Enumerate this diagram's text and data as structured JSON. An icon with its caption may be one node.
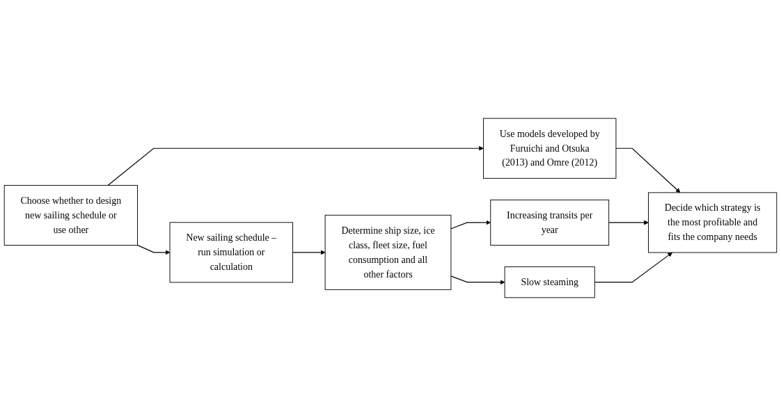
{
  "diagram": {
    "nodes": [
      {
        "text": [
          "Choose whether to design new sailing schedule or use other"
        ]
      },
      {
        "text": [
          "Use models developed by Furuichi and Otsuka (2013) and Omre (2012)"
        ]
      },
      {
        "text": [
          "New sailing schedule – run simulation or calculation"
        ]
      },
      {
        "text": [
          "Determine ship size, ice class, fleet size, fuel consumption and all other factors"
        ]
      },
      {
        "text": [
          "Increasing transits per year"
        ]
      },
      {
        "text": [
          "Slow steaming"
        ]
      },
      {
        "text": [
          "Decide which strategy is the most profitable and fits the company needs"
        ]
      }
    ],
    "edges": [
      {
        "from": 0,
        "to": 1,
        "arrow": "to"
      },
      {
        "from": 0,
        "to": 2,
        "arrow": "to"
      },
      {
        "from": 1,
        "to": 6,
        "arrow": "to"
      },
      {
        "from": 2,
        "to": 3,
        "arrow": "to"
      },
      {
        "from": 3,
        "to": 4,
        "arrow": "to"
      },
      {
        "from": 3,
        "to": 5,
        "arrow": "to"
      },
      {
        "from": 4,
        "to": 6,
        "arrow": "to"
      },
      {
        "from": 5,
        "to": 6,
        "arrow": "to"
      }
    ]
  }
}
